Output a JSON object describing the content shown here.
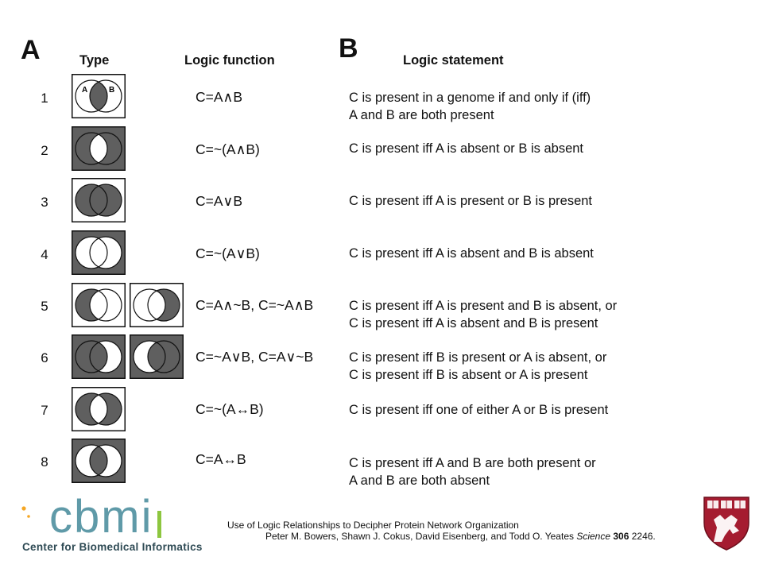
{
  "panel_a": {
    "letter": "A",
    "type_header": "Type",
    "function_header": "Logic function",
    "rows": [
      {
        "num": "1",
        "venns": [
          {
            "bg": "white",
            "left": "white",
            "overlap": "dark",
            "right": "white",
            "labels": [
              "A",
              "B"
            ]
          }
        ],
        "function": "C=A∧B"
      },
      {
        "num": "2",
        "venns": [
          {
            "bg": "dark",
            "left": "dark",
            "overlap": "white",
            "right": "dark"
          }
        ],
        "function": "C=~(A∧B)"
      },
      {
        "num": "3",
        "venns": [
          {
            "bg": "white",
            "left": "dark",
            "overlap": "dark",
            "right": "dark"
          }
        ],
        "function": "C=A∨B"
      },
      {
        "num": "4",
        "venns": [
          {
            "bg": "dark",
            "left": "white",
            "overlap": "white",
            "right": "white"
          }
        ],
        "function": "C=~(A∨B)"
      },
      {
        "num": "5",
        "venns": [
          {
            "bg": "white",
            "left": "dark",
            "overlap": "white",
            "right": "white"
          },
          {
            "bg": "white",
            "left": "white",
            "overlap": "white",
            "right": "dark"
          }
        ],
        "function": "C=A∧~B, C=~A∧B"
      },
      {
        "num": "6",
        "venns": [
          {
            "bg": "dark",
            "left": "dark",
            "overlap": "dark",
            "right": "white"
          },
          {
            "bg": "dark",
            "left": "white",
            "overlap": "dark",
            "right": "dark"
          }
        ],
        "function": "C=~A∨B, C=A∨~B"
      },
      {
        "num": "7",
        "venns": [
          {
            "bg": "white",
            "left": "dark",
            "overlap": "white",
            "right": "dark"
          }
        ],
        "function": "C=~(A↔B)"
      },
      {
        "num": "8",
        "venns": [
          {
            "bg": "dark",
            "left": "white",
            "overlap": "dark",
            "right": "white"
          }
        ],
        "function": "C=A↔B"
      }
    ]
  },
  "panel_b": {
    "letter": "B",
    "statement_header": "Logic statement",
    "statements": [
      [
        "C is present in a genome if and only if (iff)",
        " A and B are both present"
      ],
      [
        "C is present iff A is absent or B is absent"
      ],
      [
        "C is present iff A is present or B is present"
      ],
      [
        "C is present iff A is absent and B is absent"
      ],
      [
        "C is present iff A is present and B is absent, or",
        "C is present iff A is absent and B is present"
      ],
      [
        "C is present iff B is present or A is absent, or",
        "C is present iff B is absent or A is present"
      ],
      [
        "C is present iff one of either A or B is present"
      ],
      [
        "C is present iff A and B are both present or",
        "A and B are both absent"
      ]
    ]
  },
  "citation": {
    "line1": "Use of Logic Relationships to Decipher Protein Network Organization",
    "line2_authors": "Peter M. Bowers, Shawn  J. Cokus, David Eisenberg, and Todd O. Yeates ",
    "line2_journal": "Science",
    "line2_volume": "306",
    "line2_pages": " 2246."
  },
  "logo": {
    "wordmark": "cbmi",
    "subtitle": "Center for Biomedical Informatics"
  },
  "colors": {
    "dark_fill": "#5f5f5f",
    "white_fill": "#ffffff",
    "outline": "#111111",
    "cbmi_teal": "#5f9aa8",
    "cbmi_green": "#8dc63f",
    "cbmi_orange": "#f5a623",
    "harvard_crimson": "#a51c30"
  }
}
